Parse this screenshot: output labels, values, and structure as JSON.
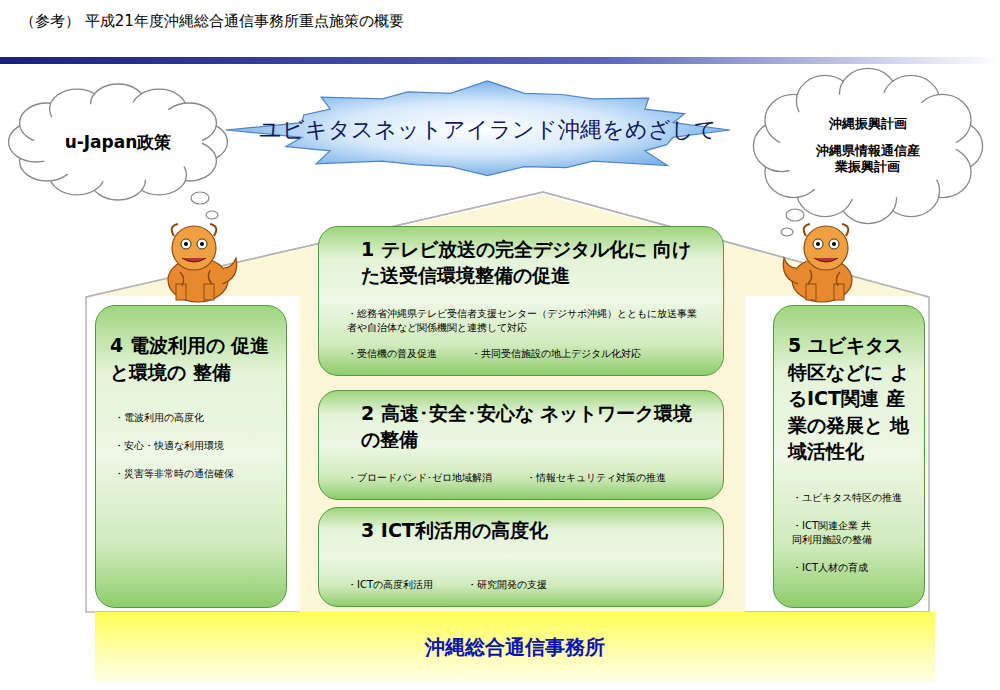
{
  "diagram": {
    "title": "（参考） 平成21年度沖縄総合通信事務所重点施策の概要",
    "nodes": [
      {
        "text": [
          "u-Japan政策"
        ]
      },
      {
        "text": [
          "ユビキタスネットアイランド沖縄をめざして"
        ]
      },
      {
        "text": [
          "沖縄振興計画",
          "沖縄県情報通信産業振興計画"
        ]
      },
      {
        "text": [
          "1 テレビ放送の完全デジタル化に 向けた送受信環境整備の促進",
          "・総務省沖縄県テレビ受信者支援センター（デジサポ沖縄）とともに放送事業者や自治体など関係機関と連携して対応",
          "・受信機の普及促進",
          "・共同受信施設の地上デジタル化対応"
        ]
      },
      {
        "text": [
          "2 高速･安全･安心な ネットワーク環境の整備",
          "・ブロードバンド･ゼロ地域解消",
          "・情報セキュリティ対策の推進"
        ]
      },
      {
        "text": [
          "3 ICT利活用の高度化",
          "・ICTの高度利活用",
          "・研究開発の支援"
        ]
      },
      {
        "text": [
          "4 電波利用の 促進と環境の 整備",
          "・電波利用の高度化",
          "・安心・快適な利用環境",
          "・災害等非常時の通信確保"
        ]
      },
      {
        "text": [
          "5 ユビキタス 特区などに よるICT関連 産業の発展と 地域活性化",
          "・ユビキタス特区の推進",
          "・ICT関連企業 共同利用施設の整備",
          "・ICT人材の育成"
        ]
      },
      {
        "text": [
          "沖縄総合通信事務所"
        ]
      }
    ]
  }
}
